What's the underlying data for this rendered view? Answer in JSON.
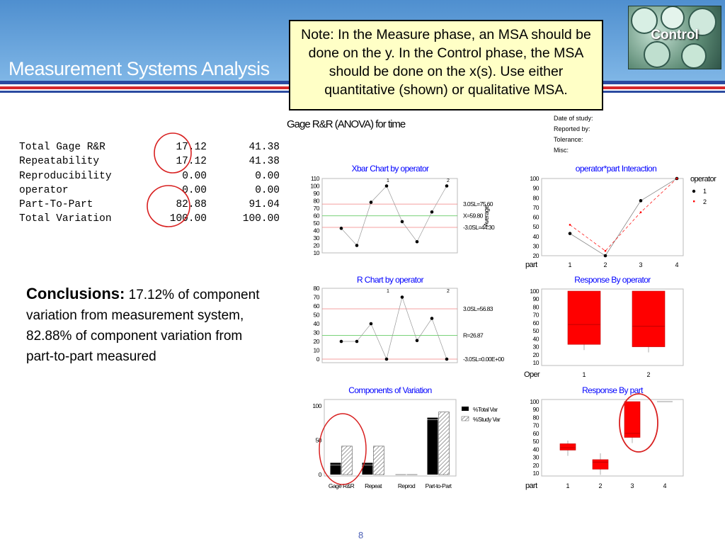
{
  "slide": {
    "title": "Measurement Systems Analysis",
    "badge": "Control",
    "page_number": "8",
    "note": "Note: In the Measure phase, an MSA should be done on the y. In the Control phase, the MSA should be done on the x(s).  Use either quantitative (shown) or qualitative MSA.",
    "gage_title": "Gage R&R (ANOVA) for time",
    "study_info": [
      "Date of study:",
      "Reported by:",
      "Tolerance:",
      "Misc:"
    ]
  },
  "summary": {
    "rows": [
      {
        "label": "Total Gage R&R",
        "study_var": "17.12",
        "total_var": "41.38"
      },
      {
        "label": "Repeatability",
        "study_var": "17.12",
        "total_var": "41.38"
      },
      {
        "label": "Reproducibility",
        "study_var": "0.00",
        "total_var": "0.00"
      },
      {
        "label": "operator",
        "study_var": "0.00",
        "total_var": "0.00"
      },
      {
        "label": "Part-To-Part",
        "study_var": "82.88",
        "total_var": "91.04"
      },
      {
        "label": "Total Variation",
        "study_var": "100.00",
        "total_var": "100.00"
      }
    ]
  },
  "conclusions": {
    "label": "Conclusions:",
    "text": " 17.12% of component variation from measurement system, 82.88% of component variation from part-to-part measured"
  },
  "chart_data": [
    {
      "type": "line",
      "title": "Xbar Chart by operator",
      "panels": [
        "1",
        "2"
      ],
      "ylim": [
        10,
        110
      ],
      "yticks": [
        10,
        20,
        30,
        40,
        50,
        60,
        70,
        80,
        90,
        100,
        110
      ],
      "values": [
        43,
        20,
        78,
        100,
        52,
        25,
        65,
        100
      ],
      "control_lines": [
        {
          "label": "3.0SL=75.60",
          "value": 75.6
        },
        {
          "label": "X=59.80",
          "value": 59.8
        },
        {
          "label": "-3.0SL=44.30",
          "value": 44.3
        }
      ],
      "axis_text": "Average"
    },
    {
      "type": "line",
      "title": "operator*part Interaction",
      "ylim": [
        20,
        100
      ],
      "yticks": [
        20,
        30,
        40,
        50,
        60,
        70,
        80,
        90,
        100
      ],
      "x": [
        1,
        2,
        3,
        4
      ],
      "xlabel": "part",
      "legend_title": "operator",
      "series": [
        {
          "name": "1",
          "values": [
            43,
            20,
            77,
            100
          ]
        },
        {
          "name": "2",
          "values": [
            52,
            25,
            65,
            100
          ]
        }
      ]
    },
    {
      "type": "line",
      "title": "R Chart by operator",
      "panels": [
        "1",
        "2"
      ],
      "ylim": [
        0,
        80
      ],
      "yticks": [
        0,
        10,
        20,
        30,
        40,
        50,
        60,
        70,
        80
      ],
      "values": [
        20,
        20,
        40,
        0,
        70,
        21,
        46,
        0
      ],
      "control_lines": [
        {
          "label": "3.0SL=56.83",
          "value": 56.83
        },
        {
          "label": "R=26.87",
          "value": 26.87
        },
        {
          "label": "-3.0SL=0.00E+00",
          "value": 0
        }
      ]
    },
    {
      "type": "box",
      "title": "Response By operator",
      "xlabel": "Oper",
      "categories": [
        "1",
        "2"
      ],
      "ylim": [
        10,
        100
      ],
      "yticks": [
        10,
        20,
        30,
        40,
        50,
        60,
        70,
        80,
        90,
        100
      ],
      "boxes": [
        {
          "low": 33,
          "q1": 33,
          "median": 58,
          "q3": 100,
          "high": 100
        },
        {
          "low": 30,
          "q1": 30,
          "median": 56,
          "q3": 100,
          "high": 100
        }
      ]
    },
    {
      "type": "bar",
      "title": "Components of Variation",
      "categories": [
        "Gage R&R",
        "Repeat",
        "Reprod",
        "Part-to-Part"
      ],
      "ylim": [
        0,
        100
      ],
      "yticks": [
        0,
        50,
        100
      ],
      "series": [
        {
          "name": "%Total Var",
          "values": [
            17.12,
            17.12,
            0,
            82.88
          ]
        },
        {
          "name": "%Study Var",
          "values": [
            41.38,
            41.38,
            0,
            91.04
          ]
        }
      ]
    },
    {
      "type": "box",
      "title": "Response By part",
      "xlabel": "part",
      "categories": [
        "1",
        "2",
        "3",
        "4"
      ],
      "ylim": [
        10,
        100
      ],
      "yticks": [
        10,
        20,
        30,
        40,
        50,
        60,
        70,
        80,
        90,
        100
      ],
      "boxes": [
        {
          "low": 39,
          "q1": 39,
          "median": 42,
          "q3": 47,
          "high": 51
        },
        {
          "low": 15,
          "q1": 15,
          "median": 24,
          "q3": 27,
          "high": 35
        },
        {
          "low": 55,
          "q1": 55,
          "median": 60,
          "q3": 100,
          "high": 100
        },
        {
          "low": 100,
          "q1": 100,
          "median": 100,
          "q3": 100,
          "high": 100
        }
      ]
    }
  ],
  "colors": {
    "header_blue": "#5f9fd9",
    "accent_red": "#ff0000",
    "note_bg": "#ffffc6",
    "chart_title_blue": "#0000ff",
    "page_number_blue": "#4b5fb5"
  },
  "icons": [
    "gauge-photo",
    "highlight-circle"
  ]
}
